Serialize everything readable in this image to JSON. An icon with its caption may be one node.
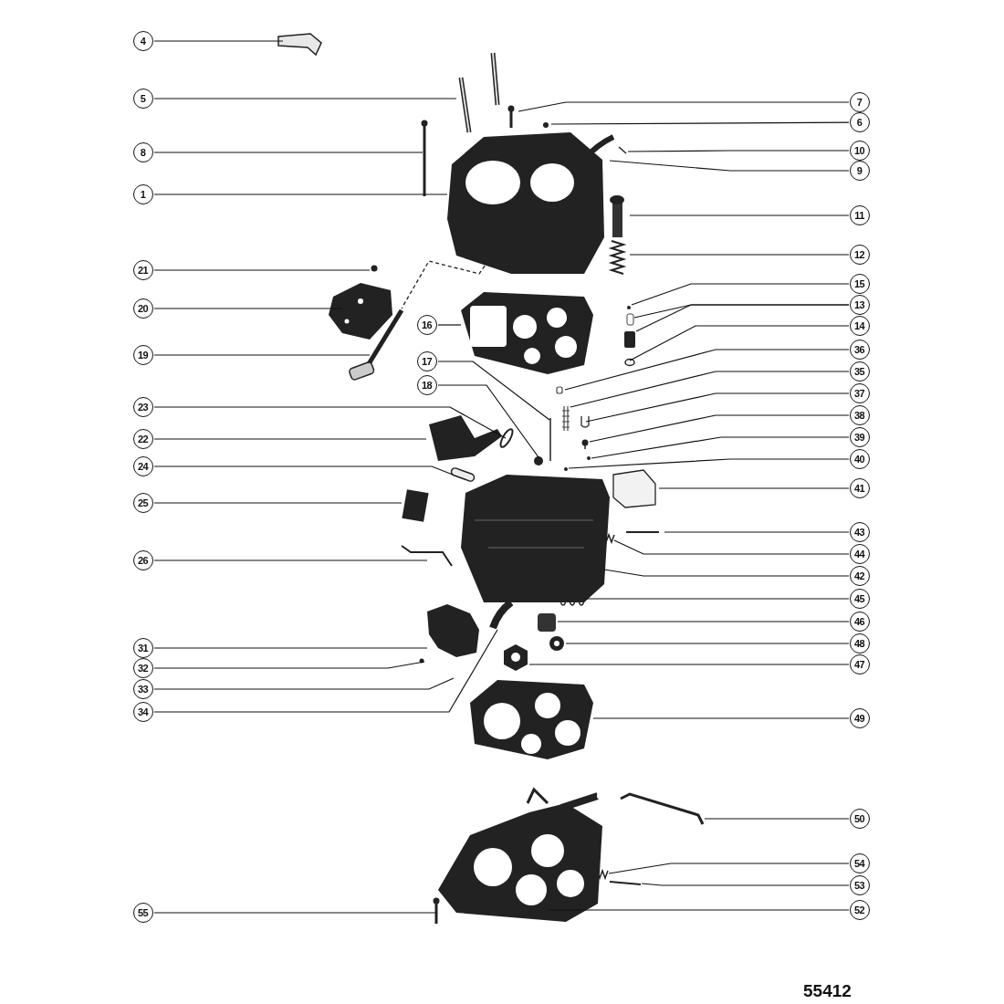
{
  "diagram": {
    "nodes": [
      {
        "text": [
          "4"
        ]
      },
      {
        "text": [
          "5"
        ]
      },
      {
        "text": [
          "7"
        ]
      },
      {
        "text": [
          "6"
        ]
      },
      {
        "text": [
          "10"
        ]
      },
      {
        "text": [
          "8"
        ]
      },
      {
        "text": [
          "9"
        ]
      },
      {
        "text": [
          "1"
        ]
      },
      {
        "text": [
          "11"
        ]
      },
      {
        "text": [
          "12"
        ]
      },
      {
        "text": [
          "21"
        ]
      },
      {
        "text": [
          "15"
        ]
      },
      {
        "text": [
          "13"
        ]
      },
      {
        "text": [
          "20"
        ]
      },
      {
        "text": [
          "16"
        ]
      },
      {
        "text": [
          "14"
        ]
      },
      {
        "text": [
          "36"
        ]
      },
      {
        "text": [
          "19"
        ]
      },
      {
        "text": [
          "17"
        ]
      },
      {
        "text": [
          "35"
        ]
      },
      {
        "text": [
          "18"
        ]
      },
      {
        "text": [
          "37"
        ]
      },
      {
        "text": [
          "23"
        ]
      },
      {
        "text": [
          "38"
        ]
      },
      {
        "text": [
          "39"
        ]
      },
      {
        "text": [
          "22"
        ]
      },
      {
        "text": [
          "40"
        ]
      },
      {
        "text": [
          "24"
        ]
      },
      {
        "text": [
          "41"
        ]
      },
      {
        "text": [
          "25"
        ]
      },
      {
        "text": [
          "43"
        ]
      },
      {
        "text": [
          "44"
        ]
      },
      {
        "text": [
          "26"
        ]
      },
      {
        "text": [
          "42"
        ]
      },
      {
        "text": [
          "45"
        ]
      },
      {
        "text": [
          "46"
        ]
      },
      {
        "text": [
          "48"
        ]
      },
      {
        "text": [
          "31"
        ]
      },
      {
        "text": [
          "47"
        ]
      },
      {
        "text": [
          "32"
        ]
      },
      {
        "text": [
          "33"
        ]
      },
      {
        "text": [
          "34"
        ]
      },
      {
        "text": [
          "49"
        ]
      },
      {
        "text": [
          "50"
        ]
      },
      {
        "text": [
          "54"
        ]
      },
      {
        "text": [
          "53"
        ]
      },
      {
        "text": [
          "52"
        ]
      },
      {
        "text": [
          "55"
        ]
      }
    ],
    "edges": [
      {
        "from": 0,
        "to": null,
        "arrow": "none"
      },
      {
        "from": 1,
        "to": null,
        "arrow": "none"
      },
      {
        "from": 2,
        "to": null,
        "arrow": "none"
      },
      {
        "from": 3,
        "to": null,
        "arrow": "none"
      },
      {
        "from": 4,
        "to": null,
        "arrow": "none"
      },
      {
        "from": 5,
        "to": null,
        "arrow": "none"
      },
      {
        "from": 6,
        "to": null,
        "arrow": "none"
      },
      {
        "from": 7,
        "to": null,
        "arrow": "none"
      },
      {
        "from": 8,
        "to": null,
        "arrow": "none"
      },
      {
        "from": 9,
        "to": null,
        "arrow": "none"
      },
      {
        "from": 10,
        "to": null,
        "arrow": "none"
      },
      {
        "from": 11,
        "to": null,
        "arrow": "none"
      },
      {
        "from": 12,
        "to": null,
        "arrow": "none"
      },
      {
        "from": 13,
        "to": null,
        "arrow": "none"
      },
      {
        "from": 14,
        "to": null,
        "arrow": "none"
      },
      {
        "from": 15,
        "to": null,
        "arrow": "none"
      },
      {
        "from": 16,
        "to": null,
        "arrow": "none"
      },
      {
        "from": 17,
        "to": null,
        "arrow": "none"
      },
      {
        "from": 18,
        "to": null,
        "arrow": "none"
      },
      {
        "from": 19,
        "to": null,
        "arrow": "none"
      },
      {
        "from": 20,
        "to": null,
        "arrow": "none"
      },
      {
        "from": 21,
        "to": null,
        "arrow": "none"
      },
      {
        "from": 22,
        "to": null,
        "arrow": "none"
      },
      {
        "from": 23,
        "to": null,
        "arrow": "none"
      },
      {
        "from": 24,
        "to": null,
        "arrow": "none"
      },
      {
        "from": 25,
        "to": null,
        "arrow": "none"
      },
      {
        "from": 26,
        "to": null,
        "arrow": "none"
      },
      {
        "from": 27,
        "to": null,
        "arrow": "none"
      },
      {
        "from": 28,
        "to": null,
        "arrow": "none"
      },
      {
        "from": 29,
        "to": null,
        "arrow": "none"
      },
      {
        "from": 30,
        "to": null,
        "arrow": "none"
      },
      {
        "from": 31,
        "to": null,
        "arrow": "none"
      },
      {
        "from": 32,
        "to": null,
        "arrow": "none"
      },
      {
        "from": 33,
        "to": null,
        "arrow": "none"
      },
      {
        "from": 34,
        "to": null,
        "arrow": "none"
      },
      {
        "from": 35,
        "to": null,
        "arrow": "none"
      },
      {
        "from": 36,
        "to": null,
        "arrow": "none"
      },
      {
        "from": 37,
        "to": null,
        "arrow": "none"
      },
      {
        "from": 38,
        "to": null,
        "arrow": "none"
      },
      {
        "from": 39,
        "to": null,
        "arrow": "none"
      },
      {
        "from": 40,
        "to": null,
        "arrow": "none"
      },
      {
        "from": 41,
        "to": null,
        "arrow": "none"
      },
      {
        "from": 42,
        "to": null,
        "arrow": "none"
      },
      {
        "from": 43,
        "to": null,
        "arrow": "none"
      },
      {
        "from": 44,
        "to": null,
        "arrow": "none"
      },
      {
        "from": 45,
        "to": null,
        "arrow": "none"
      },
      {
        "from": 46,
        "to": null,
        "arrow": "none"
      },
      {
        "from": 47,
        "to": null,
        "arrow": "none"
      },
      {
        "from": 12,
        "to": null,
        "arrow": "none"
      }
    ],
    "labels": [
      "55412"
    ]
  }
}
